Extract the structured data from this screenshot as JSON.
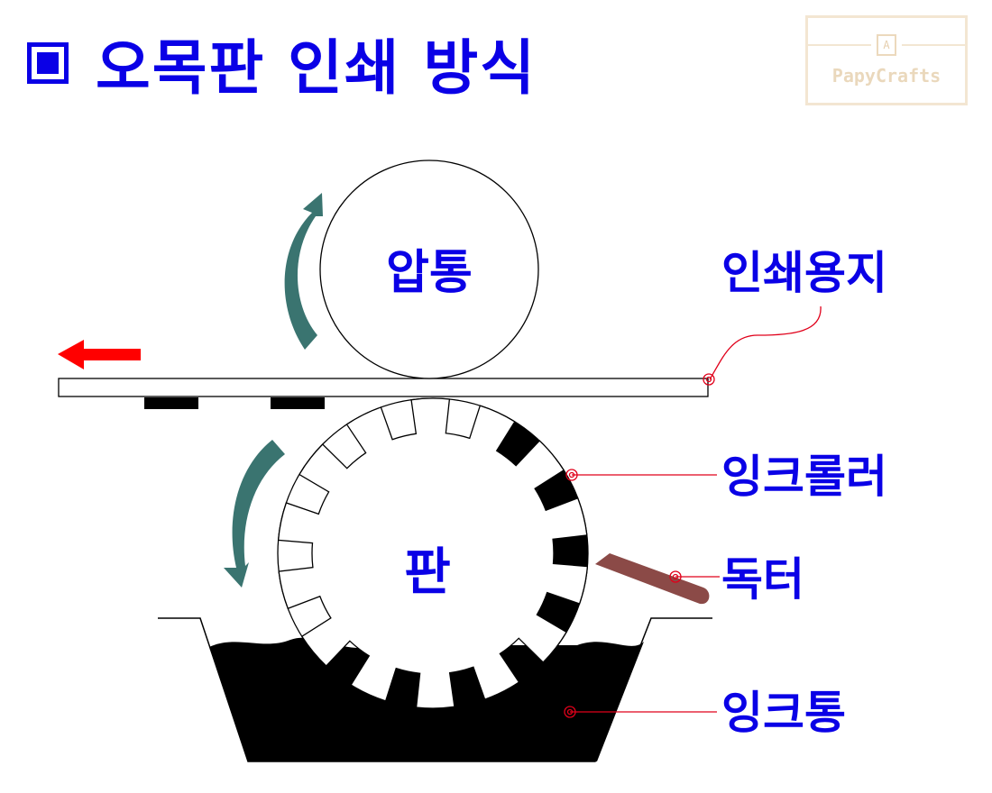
{
  "title": "오목판 인쇄 방식",
  "watermark": {
    "box_letter": "A",
    "text": "PapyCrafts"
  },
  "labels": {
    "impression_cylinder": "압통",
    "plate": "판",
    "printing_paper": "인쇄용지",
    "ink_roller": "잉크롤러",
    "doctor": "독터",
    "ink_trough": "잉크통"
  },
  "colors": {
    "title": "#0a00e6",
    "label": "#0a00e6",
    "rotation_arrow": "#3a7470",
    "direction_arrow": "#ff0000",
    "leader_line": "#e0001a",
    "doctor_blade": "#8b4a47",
    "ink": "#000000",
    "watermark": "#f3e6d2"
  }
}
